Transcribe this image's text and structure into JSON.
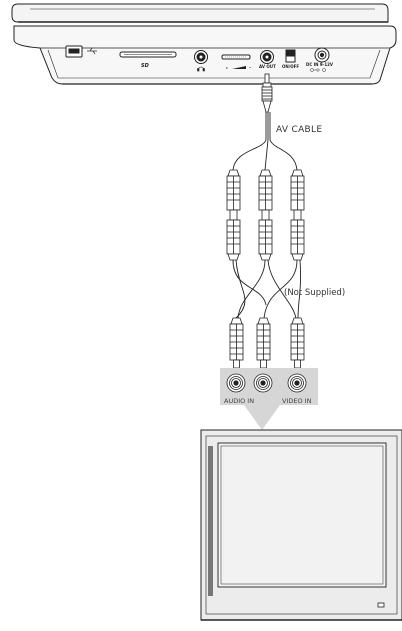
{
  "labels": {
    "av_cable": "AV CABLE",
    "not_supplied": "(Not Supplied)",
    "audio_in": "AUDIO IN",
    "video_in": "VIDEO IN"
  },
  "device_ports": {
    "sd": "SD",
    "av_out": "AV OUT",
    "on_off": "ON/OFF",
    "dc_in": "DC IN 9-12V"
  },
  "colors": {
    "line": "#222222",
    "panel_gray": "#d6d6d6",
    "tv_body": "#ececec",
    "tv_screen": "#f2f2f2"
  },
  "icons": [
    "usb-icon",
    "headphone-icon",
    "volume-icon",
    "dc-polarity-icon"
  ]
}
